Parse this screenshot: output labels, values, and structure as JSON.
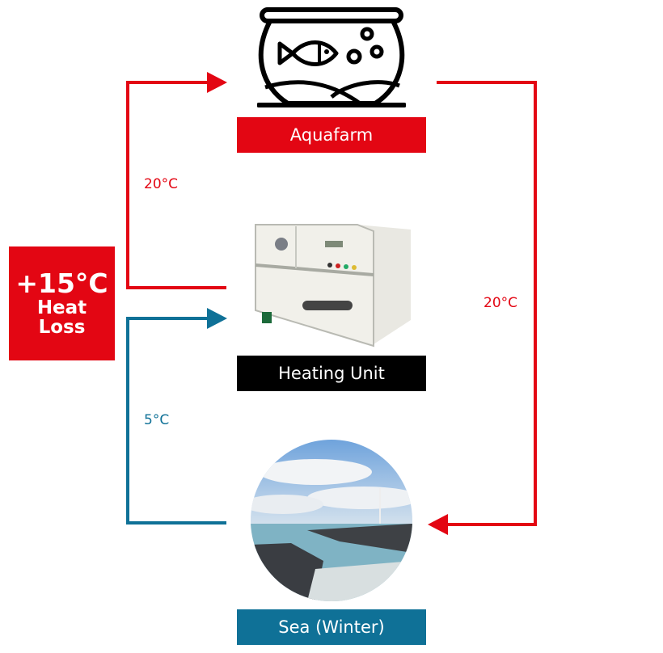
{
  "colors": {
    "hot": "#e30613",
    "cold": "#0f7197",
    "dark": "#000000"
  },
  "nodes": {
    "aquafarm": {
      "label": "Aquafarm",
      "icon": "fishbowl-icon",
      "color": "#e30613"
    },
    "heating_unit": {
      "label": "Heating Unit",
      "icon": "heating-unit-photo",
      "color": "#000000"
    },
    "sea": {
      "label": "Sea (Winter)",
      "icon": "sea-photo",
      "color": "#0f7197"
    }
  },
  "heat_loss": {
    "value": "+15°C",
    "line1": "Heat",
    "line2": "Loss"
  },
  "flows": [
    {
      "from": "Heating Unit",
      "to": "Aquafarm",
      "temp": "20°C",
      "color": "#e30613"
    },
    {
      "from": "Aquafarm",
      "to": "Sea (Winter)",
      "temp": "20°C",
      "color": "#e30613"
    },
    {
      "from": "Sea (Winter)",
      "to": "Heating Unit",
      "temp": "5°C",
      "color": "#0f7197"
    }
  ]
}
